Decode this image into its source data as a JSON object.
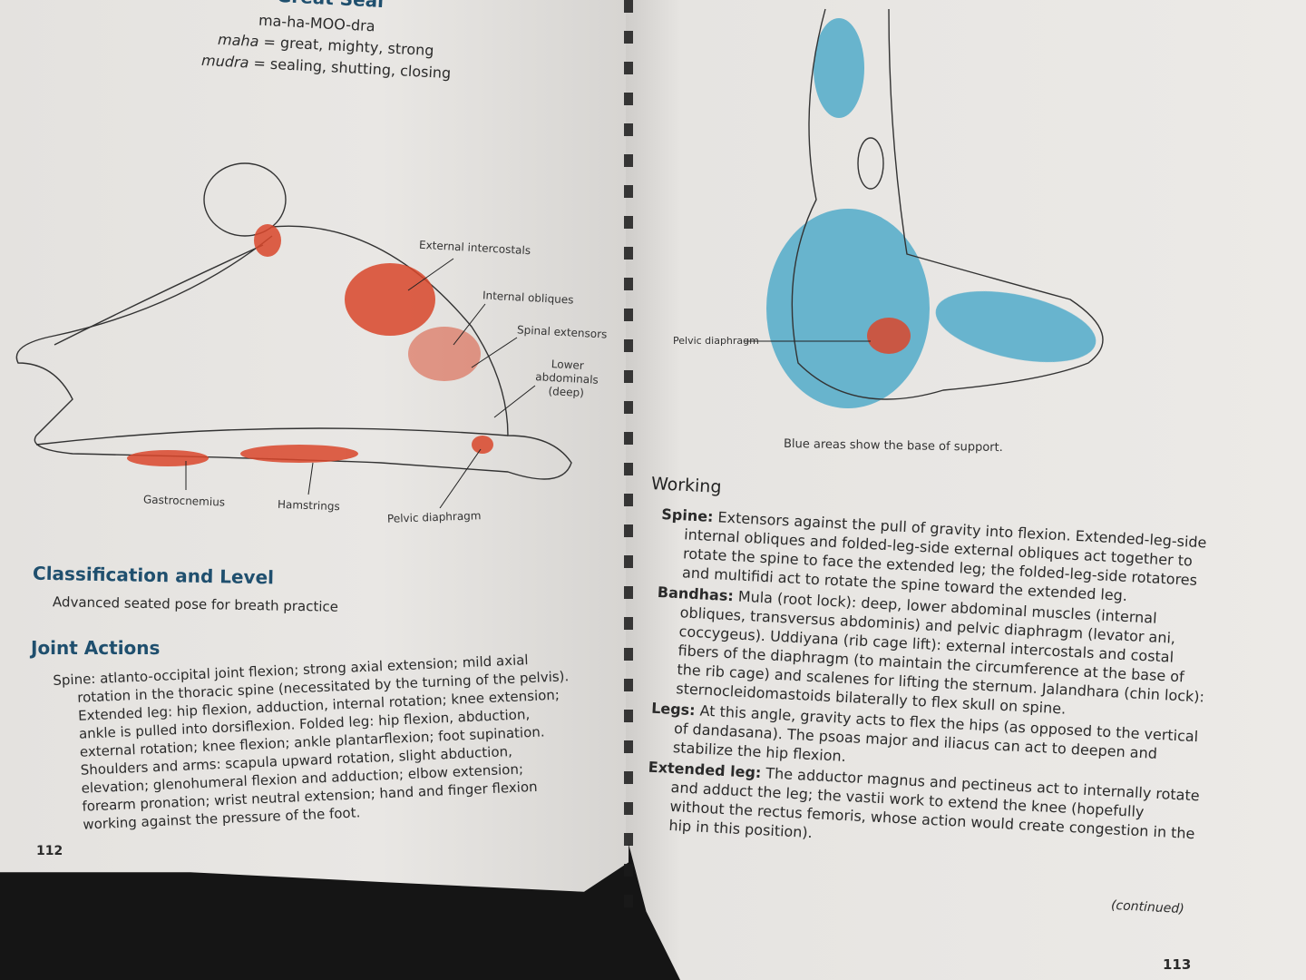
{
  "left_page": {
    "title": "Great Seal",
    "pronunciation": "ma-ha-MOO-dra",
    "etymology": [
      {
        "term": "maha",
        "meaning": " = great, mighty, strong"
      },
      {
        "term": "mudra",
        "meaning": " = sealing, shutting, closing"
      }
    ],
    "figure_labels": {
      "external_intercostals": "External intercostals",
      "internal_obliques": "Internal obliques",
      "spinal_extensors": "Spinal extensors",
      "lower_abdominals": "Lower abdominals (deep)",
      "gastrocnemius": "Gastrocnemius",
      "hamstrings": "Hamstrings",
      "pelvic_diaphragm": "Pelvic diaphragm"
    },
    "classification_heading": "Classification and Level",
    "classification_text": "Advanced seated pose for breath practice",
    "joint_actions_heading": "Joint Actions",
    "joint_actions_text": "Spine: atlanto-occipital joint flexion; strong axial extension; mild axial rotation in the thoracic spine (necessitated by the turning of the pelvis). Extended leg: hip flexion, adduction, internal rotation; knee extension; ankle is pulled into dorsiflexion. Folded leg: hip flexion, abduction, external rotation; knee flexion; ankle plantarflexion; foot supination. Shoulders and arms: scapula upward rotation, slight abduction, elevation; glenohumeral flexion and adduction; elbow extension; forearm pronation; wrist neutral extension; hand and finger flexion working against the pressure of the foot.",
    "page_number": "112"
  },
  "right_page": {
    "figure_label_pelvic_diaphragm": "Pelvic diaphragm",
    "caption": "Blue areas show the base of support.",
    "working_heading": "Working",
    "working_items": [
      {
        "label": "Spine:",
        "text": " Extensors against the pull of gravity into flexion. Extended-leg-side internal obliques and folded-leg-side external obliques act together to rotate the spine to face the extended leg; the folded-leg-side rotatores and multifidi act to rotate the spine toward the extended leg."
      },
      {
        "label": "Bandhas:",
        "text": " Mula (root lock): deep, lower abdominal muscles (internal obliques, transversus abdominis) and pelvic diaphragm (levator ani, coccygeus). Uddiyana (rib cage lift): external intercostals and costal fibers of the diaphragm (to maintain the circumference at the base of the rib cage) and scalenes for lifting the sternum. Jalandhara (chin lock): sternocleidomastoids bilaterally to flex skull on spine."
      },
      {
        "label": "Legs:",
        "text": " At this angle, gravity acts to flex the hips (as opposed to the vertical of dandasana). The psoas major and iliacus can act to deepen and stabilize the hip flexion."
      },
      {
        "label": "Extended leg:",
        "text": " The adductor magnus and pectineus act to internally rotate and adduct the leg; the vastii work to extend the knee (hopefully without the rectus femoris, whose action would create congestion in the hip in this position)."
      }
    ],
    "continued": "(continued)",
    "page_number": "113"
  },
  "colors": {
    "heading": "#1f4f6e",
    "muscle": "#d9472b",
    "support": "#5aaecb"
  }
}
